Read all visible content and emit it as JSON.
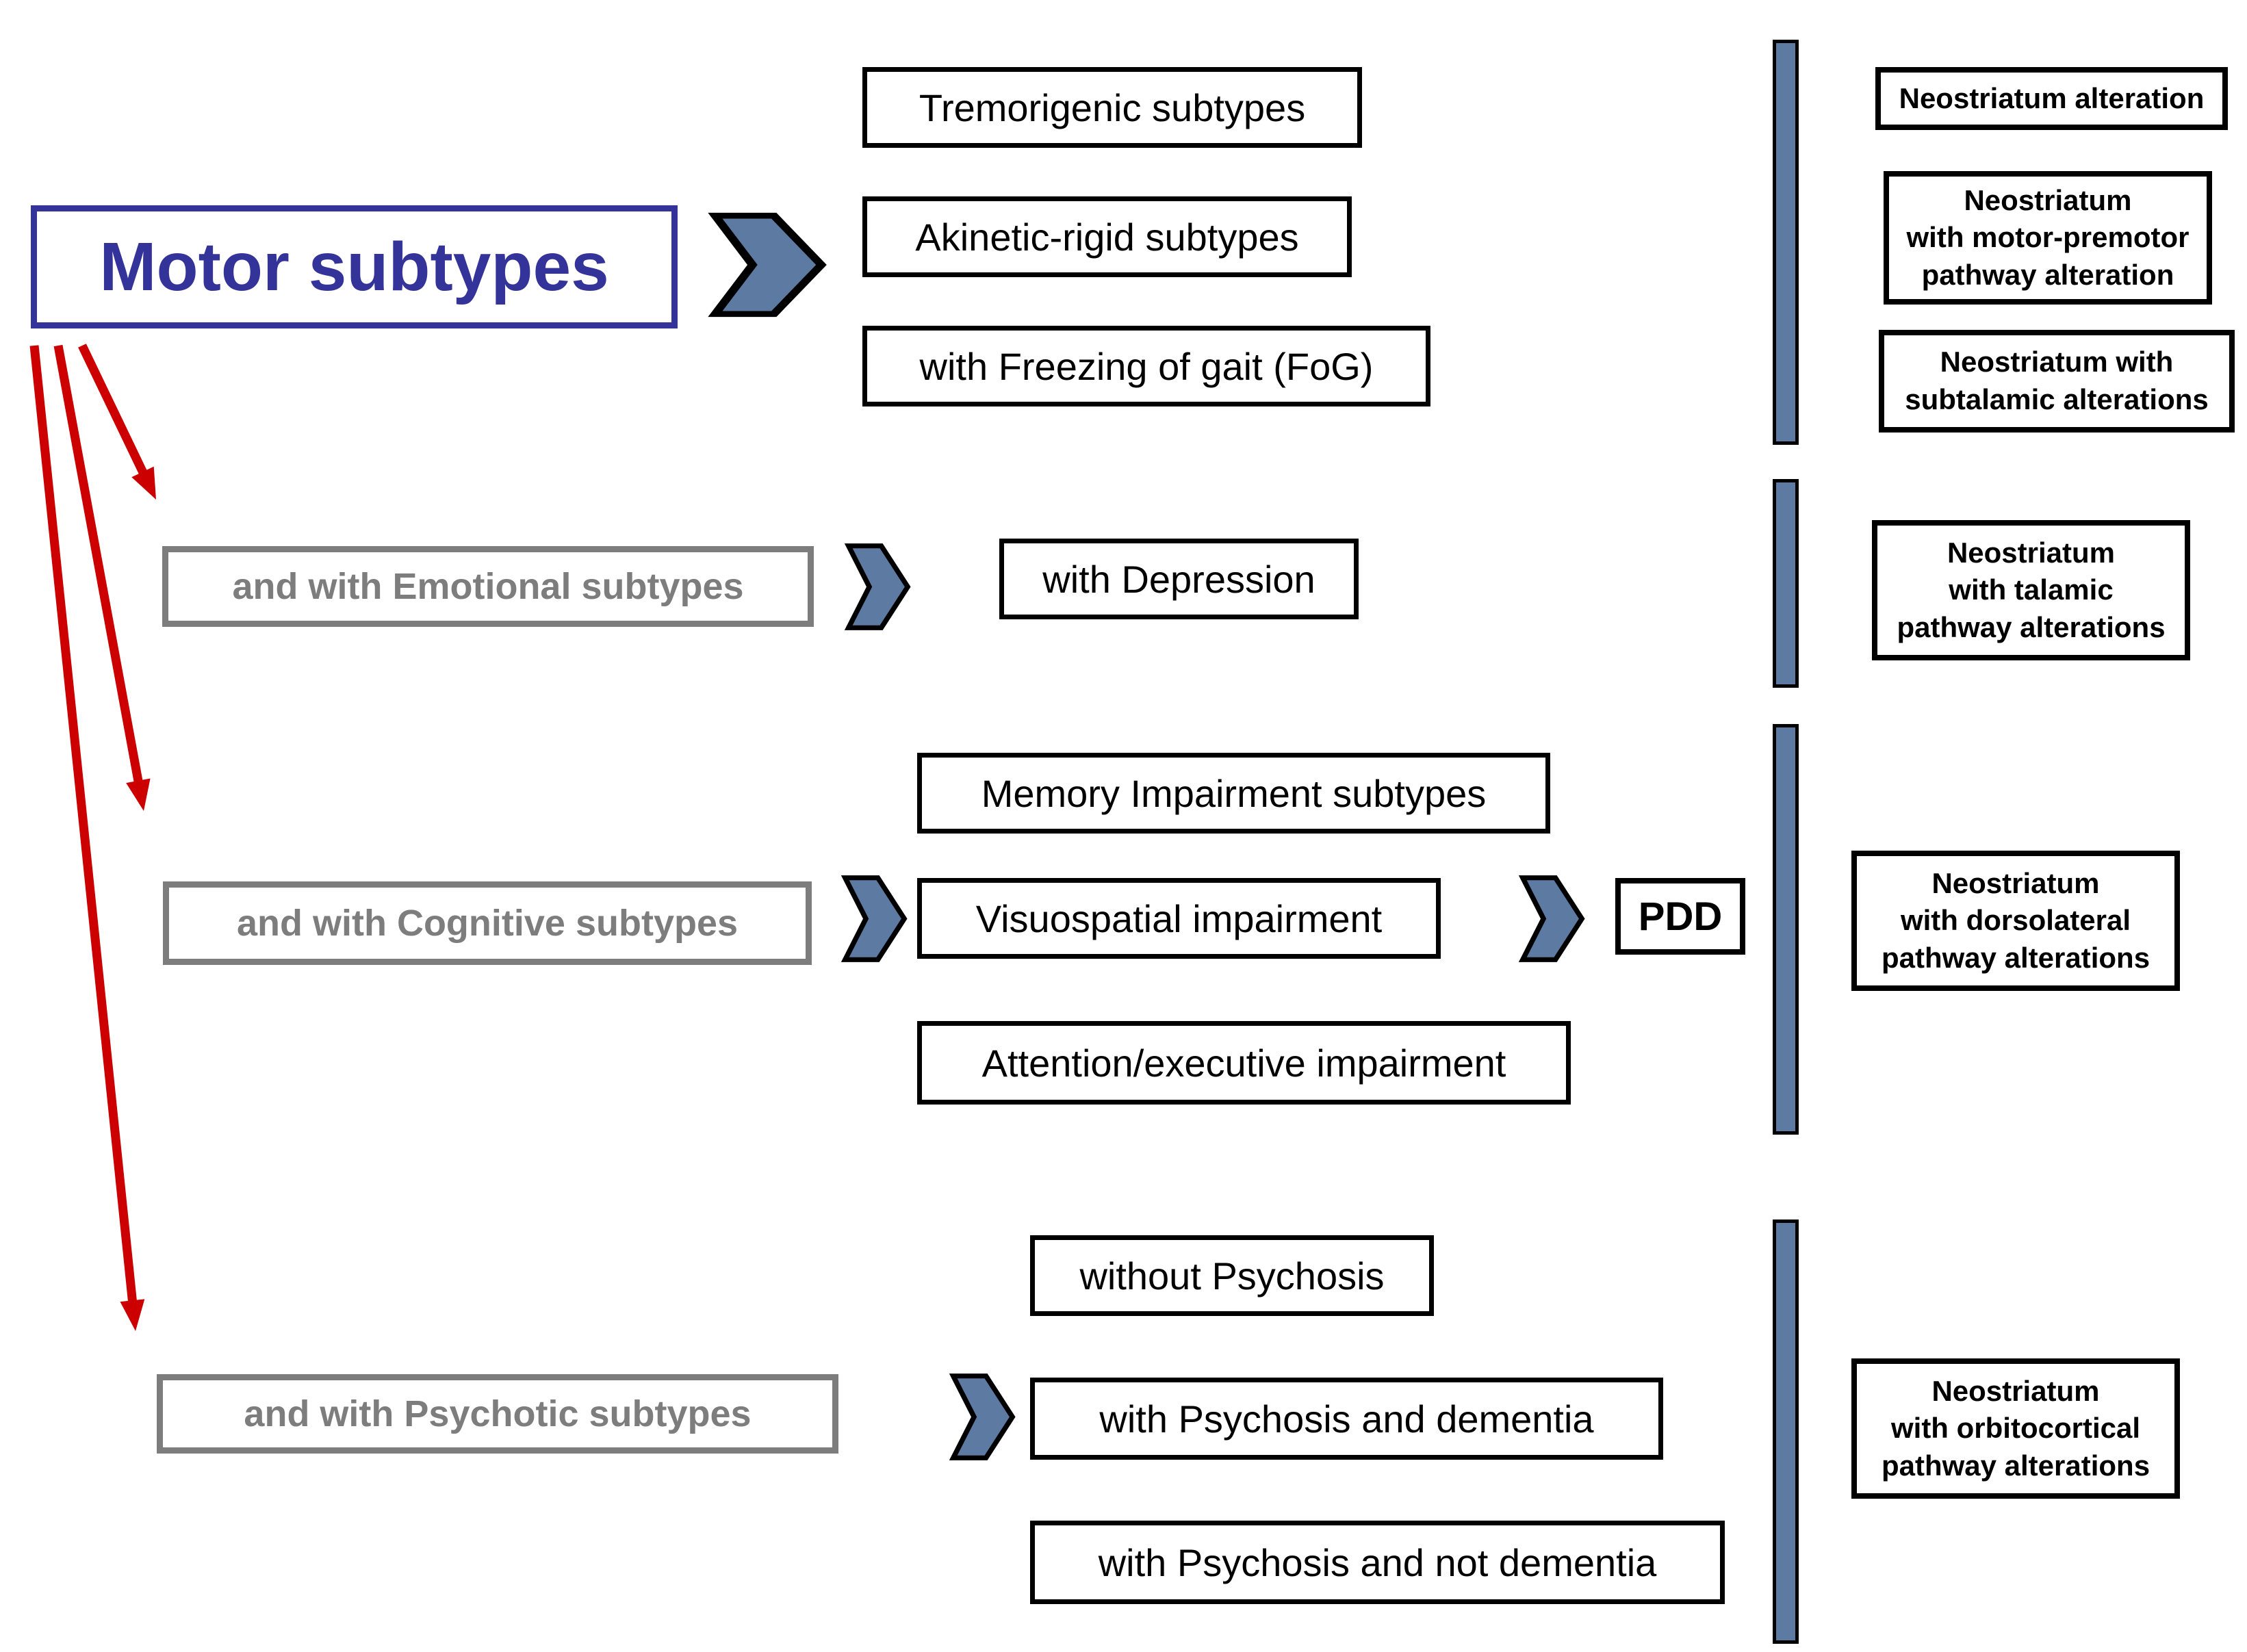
{
  "colors": {
    "ink": "#000000",
    "navy": "#333399",
    "gray": "#7d7d7d",
    "steel_blue": "#5d7aa2",
    "red": "#cc0000"
  },
  "title": "Motor subtypes",
  "motor": {
    "subtypes": [
      "Tremorigenic subtypes",
      "Akinetic-rigid subtypes",
      "with Freezing of gait (FoG)"
    ],
    "outcomes": [
      "Neostriatum alteration",
      "Neostriatum\nwith motor-premotor\npathway alteration",
      "Neostriatum with\nsubtalamic alterations"
    ]
  },
  "emotional": {
    "label": "and with Emotional subtypes",
    "subtypes": [
      "with Depression"
    ],
    "outcome": "Neostriatum\nwith talamic\npathway alterations"
  },
  "cognitive": {
    "label": "and with Cognitive subtypes",
    "subtypes": [
      "Memory Impairment subtypes",
      "Visuospatial impairment",
      "Attention/executive impairment"
    ],
    "result": "PDD",
    "outcome": "Neostriatum\nwith dorsolateral\npathway alterations"
  },
  "psychotic": {
    "label": "and with Psychotic subtypes",
    "subtypes": [
      "without Psychosis",
      "with Psychosis and dementia",
      "with Psychosis and not dementia"
    ],
    "outcome": "Neostriatum\nwith orbitocortical\npathway alterations"
  }
}
